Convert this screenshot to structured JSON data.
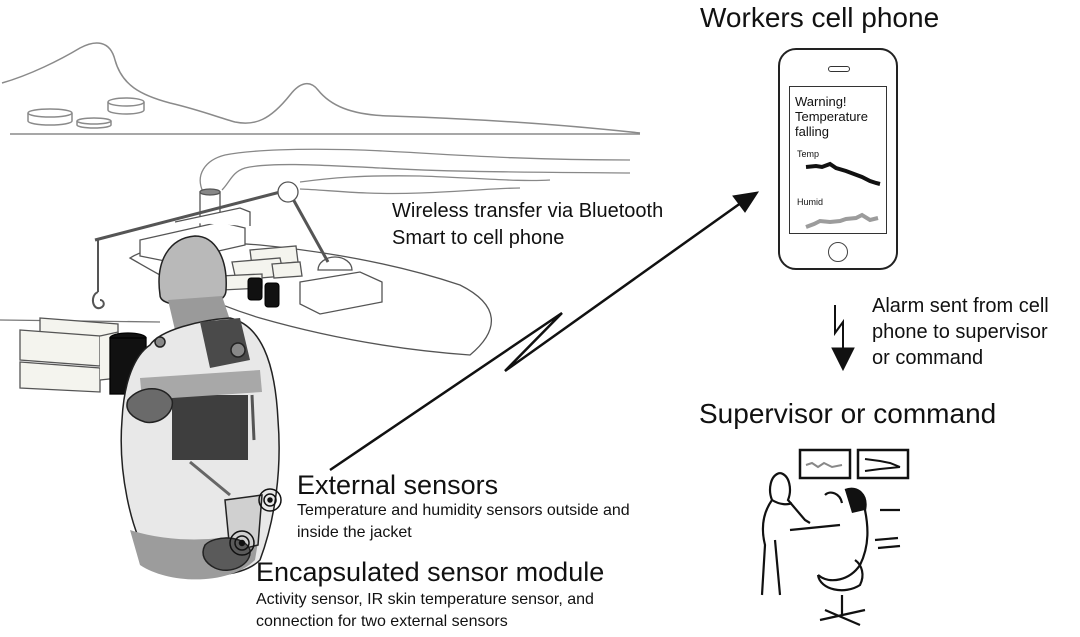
{
  "phone": {
    "title": "Workers cell phone",
    "screen_warning_lines": [
      "Warning!",
      "Temperature",
      "falling"
    ],
    "temp_label": "Temp",
    "humid_label": "Humid"
  },
  "wireless": {
    "lines": [
      "Wireless transfer via Bluetooth",
      "Smart to cell phone"
    ]
  },
  "alarm": {
    "lines": [
      "Alarm sent from cell",
      "phone to supervisor",
      "or command"
    ]
  },
  "supervisor": {
    "title": "Supervisor or command"
  },
  "external_sensors": {
    "title": "External sensors",
    "description_lines": [
      "Temperature and humidity sensors outside and",
      "inside the jacket"
    ]
  },
  "sensor_module": {
    "title": "Encapsulated sensor module",
    "description_lines": [
      "Activity sensor, IR skin temperature sensor, and",
      "connection for two external sensors"
    ]
  },
  "icons": {
    "worker": "worker-in-jacket-illustration",
    "ship": "cargo-ship-illustration",
    "phone": "smartphone-icon",
    "supervisor": "supervisor-workstation-illustration",
    "sensor": "concentric-circle-sensor-icon",
    "wireless": "lightning-arrow-icon"
  },
  "colors": {
    "ink": "#111111",
    "landscape_line": "#8a8a8a",
    "jacket_dark": "#5a5a5a",
    "jacket_mid": "#9a9a9a",
    "jacket_light": "#e6e6e6",
    "humid_line": "#9c9c9c"
  }
}
